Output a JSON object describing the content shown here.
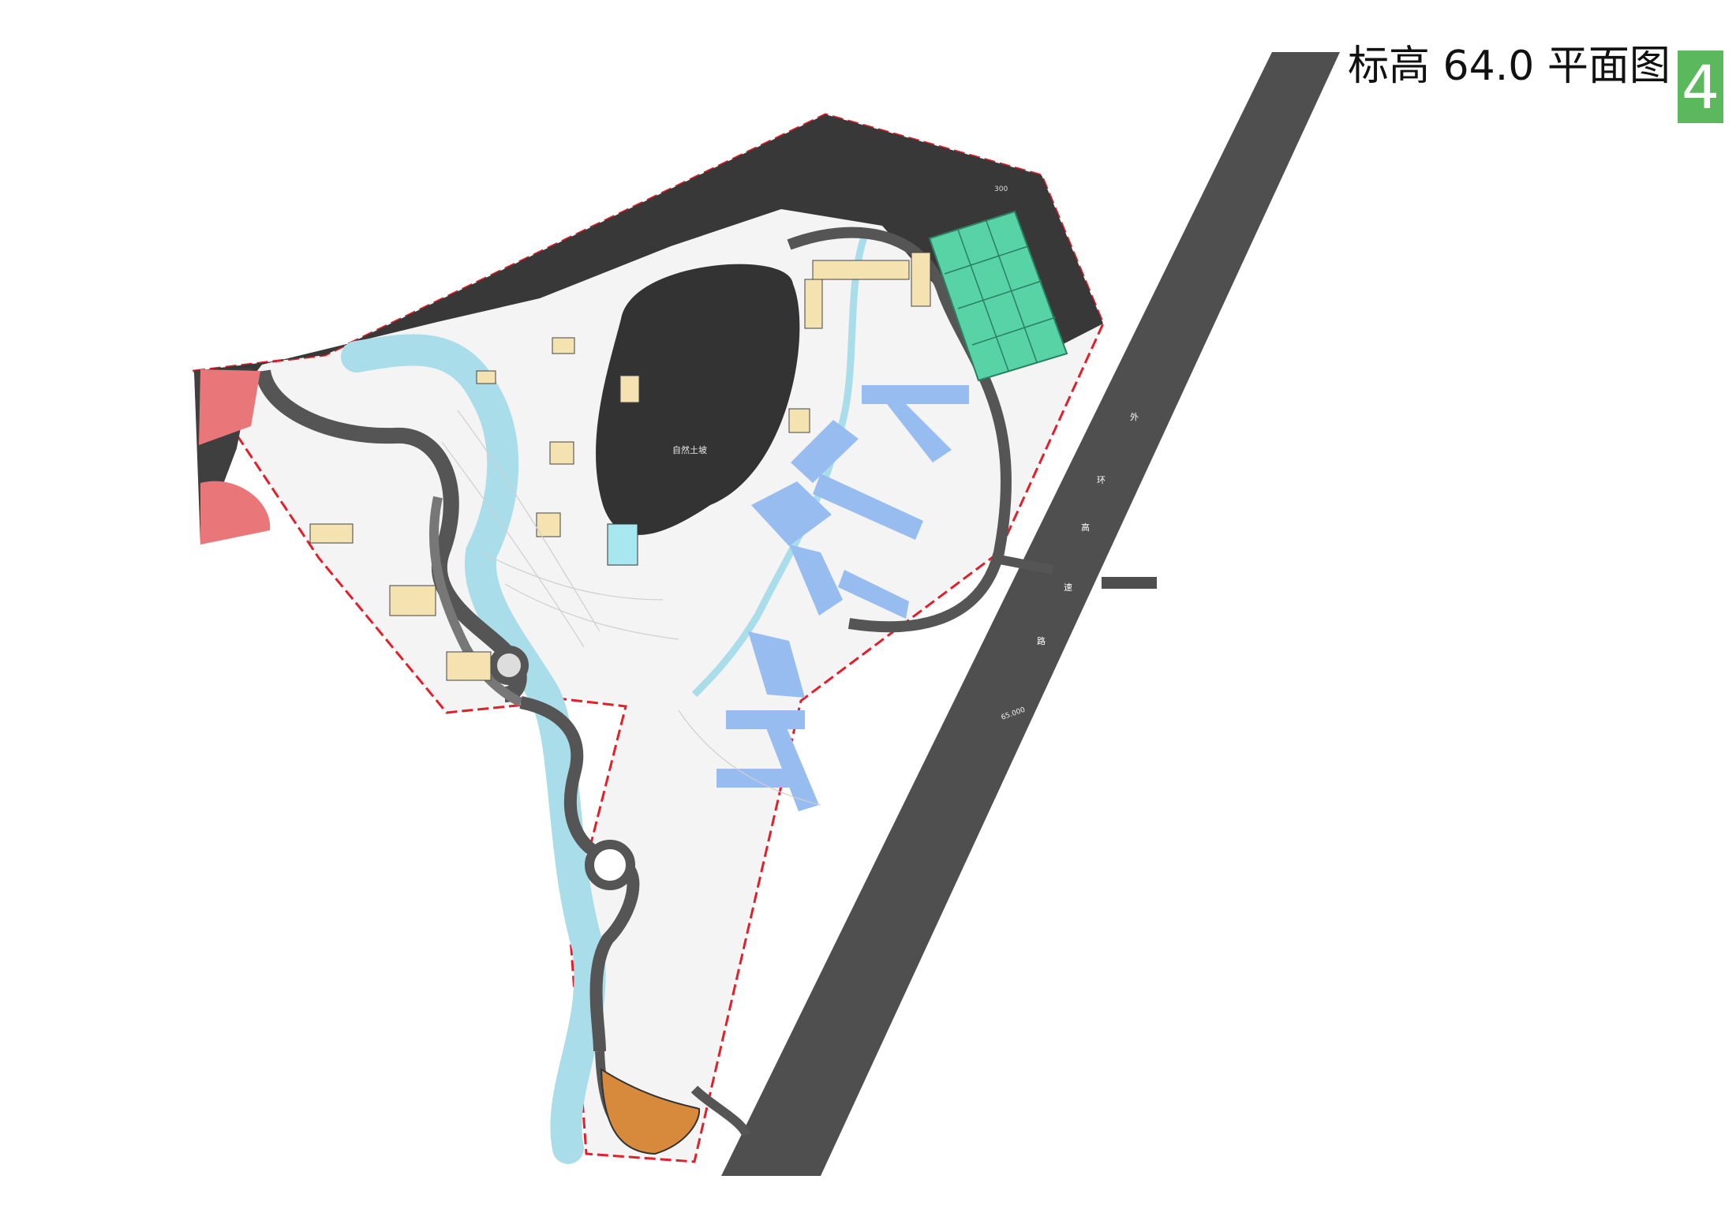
{
  "sheet": {
    "title": "标高 64.0 平面图",
    "number": "4",
    "badge_color": "#5CB85C"
  },
  "road": {
    "label_chars": [
      "外",
      "环",
      "高",
      "速",
      "路"
    ],
    "level_mark": "65.000",
    "color": "#4F4F4F"
  },
  "plan": {
    "stadium_label": "自然土坡",
    "north_level_mark": "300",
    "colors": {
      "boundary_red": "#E0202A",
      "dark_zone": "#383838",
      "road_grey": "#555555",
      "water_blue": "#A9DDEA",
      "sports_green": "#57D3A6",
      "dorm_blue": "#97BDF0",
      "plaza_red": "#E9777A",
      "building_cream": "#F4E3B0",
      "arena_orange": "#D88A3C"
    }
  }
}
